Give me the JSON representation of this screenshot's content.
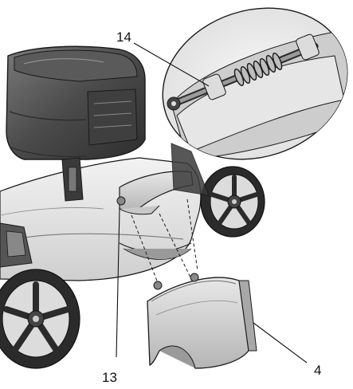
{
  "figure": {
    "callouts": [
      {
        "id": "14",
        "label": "14"
      },
      {
        "id": "13",
        "label": "13"
      },
      {
        "id": "4",
        "label": "4"
      }
    ],
    "colors": {
      "body_dark": "#3a3a3a",
      "body_mid": "#6e6e6e",
      "body_light": "#d9d9d9",
      "outline": "#1a1a1a",
      "leader": "#111111"
    }
  }
}
